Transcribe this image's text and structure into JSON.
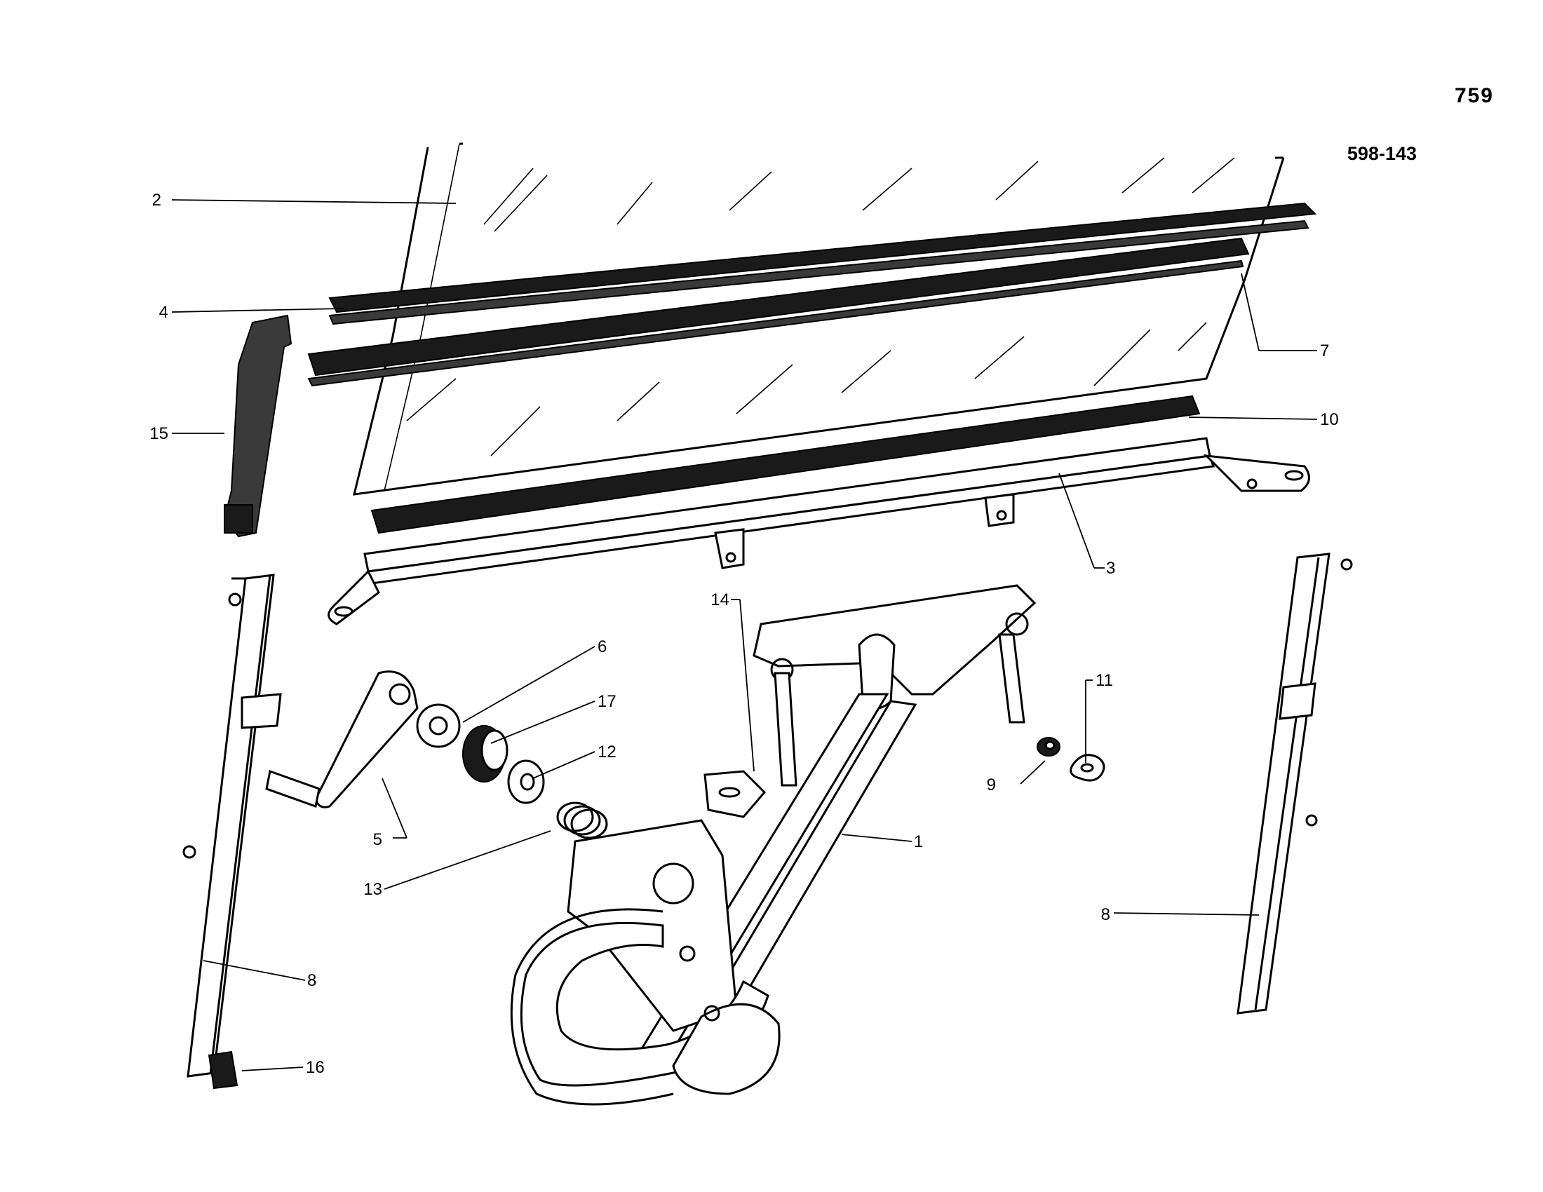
{
  "header": {
    "page_number": "759",
    "plate_ref": "598-143"
  },
  "callouts": [
    {
      "id": "c1",
      "label": "1"
    },
    {
      "id": "c2",
      "label": "2"
    },
    {
      "id": "c3",
      "label": "3"
    },
    {
      "id": "c4",
      "label": "4"
    },
    {
      "id": "c5",
      "label": "5"
    },
    {
      "id": "c6",
      "label": "6"
    },
    {
      "id": "c7",
      "label": "7"
    },
    {
      "id": "c8a",
      "label": "8"
    },
    {
      "id": "c8b",
      "label": "8"
    },
    {
      "id": "c9",
      "label": "9"
    },
    {
      "id": "c10",
      "label": "10"
    },
    {
      "id": "c11",
      "label": "11"
    },
    {
      "id": "c12",
      "label": "12"
    },
    {
      "id": "c13",
      "label": "13"
    },
    {
      "id": "c14",
      "label": "14"
    },
    {
      "id": "c15",
      "label": "15"
    },
    {
      "id": "c16",
      "label": "16"
    },
    {
      "id": "c17",
      "label": "17"
    }
  ],
  "colors": {
    "ink": "#000000",
    "paper": "#ffffff",
    "rubber": "#1a1a1a"
  }
}
